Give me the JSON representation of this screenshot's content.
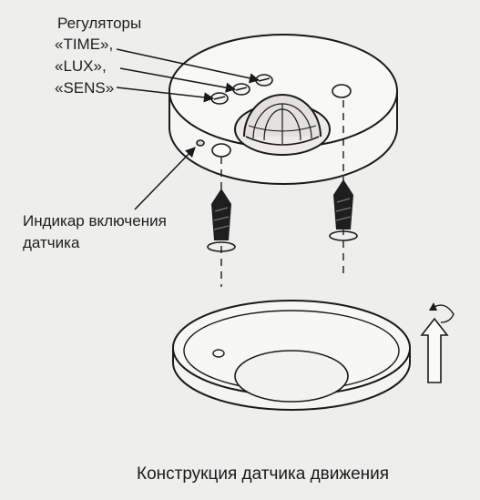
{
  "labels": {
    "regulators": [
      "Регуляторы",
      "«TIME»,",
      "«LUX»,",
      "«SENS»"
    ],
    "indicator": [
      "Индикар включения",
      "датчика"
    ]
  },
  "caption": "Конструкция датчика движения"
}
